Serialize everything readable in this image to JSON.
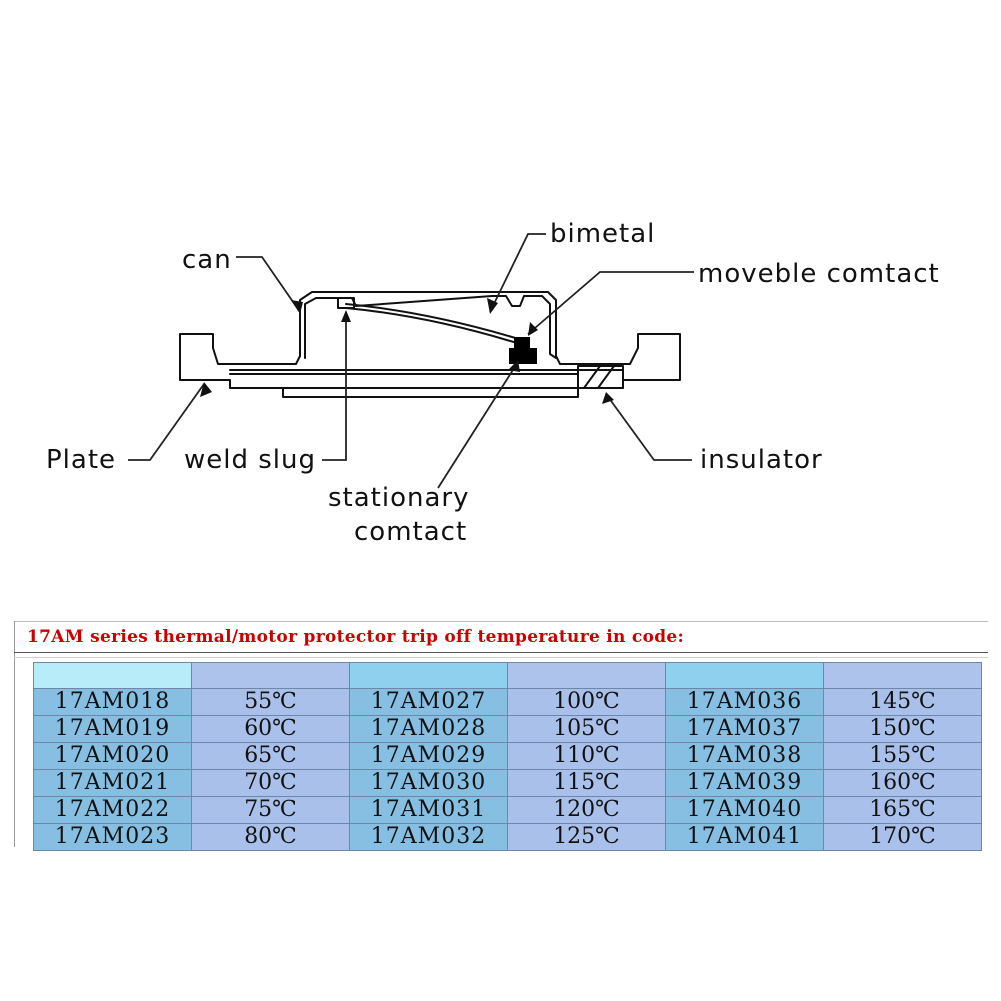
{
  "diagram": {
    "labels": {
      "can": "can",
      "bimetal": "bimetal",
      "moveable_contact": "moveble comtact",
      "plate": "Plate",
      "weld_slug": "weld slug",
      "insulator": "insulator",
      "stationary_contact_line1": "stationary",
      "stationary_contact_line2": "comtact"
    }
  },
  "table": {
    "title": "17AM series thermal/motor protector trip off temperature in code:",
    "rows": [
      [
        "17AM018",
        "55℃",
        "17AM027",
        "100℃",
        "17AM036",
        "145℃"
      ],
      [
        "17AM019",
        "60℃",
        "17AM028",
        "105℃",
        "17AM037",
        "150℃"
      ],
      [
        "17AM020",
        "65℃",
        "17AM029",
        "110℃",
        "17AM038",
        "155℃"
      ],
      [
        "17AM021",
        "70℃",
        "17AM030",
        "115℃",
        "17AM039",
        "160℃"
      ],
      [
        "17AM022",
        "75℃",
        "17AM031",
        "120℃",
        "17AM040",
        "165℃"
      ],
      [
        "17AM023",
        "80℃",
        "17AM032",
        "125℃",
        "17AM041",
        "170℃"
      ]
    ]
  },
  "colors": {
    "title_red": "#cc0000",
    "code_cell_blue": "#87bfe3",
    "temp_cell_lavender": "#a9c1ea"
  }
}
